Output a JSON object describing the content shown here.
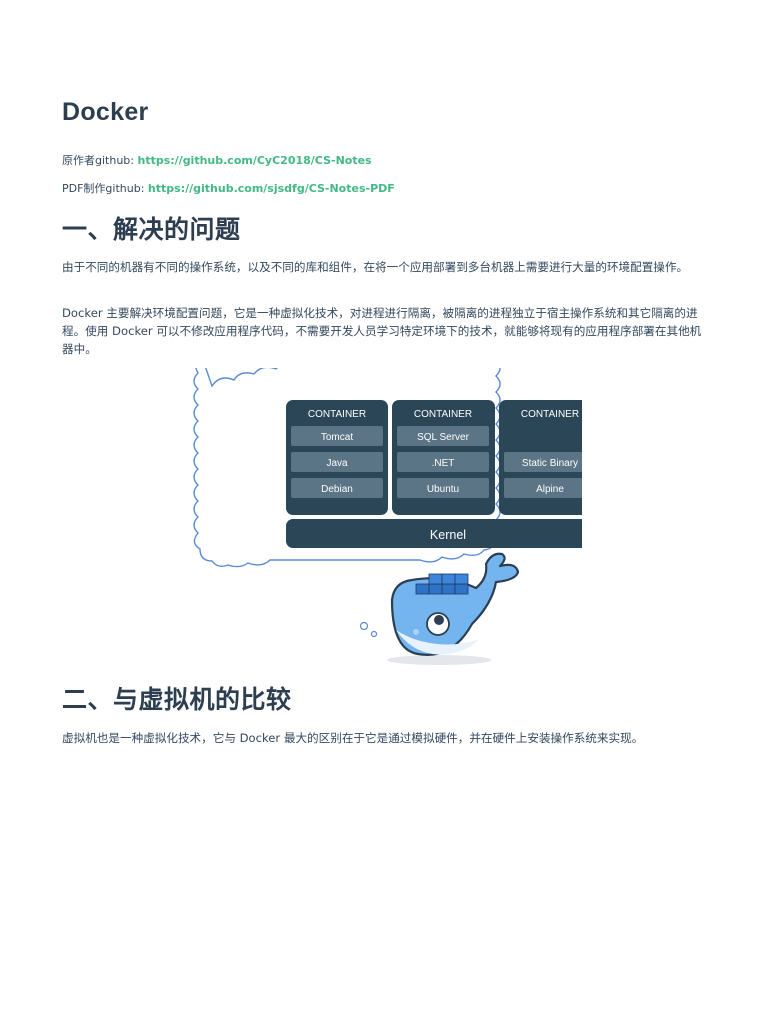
{
  "title": "Docker",
  "sources": [
    {
      "label": "原作者github: ",
      "url": "https://github.com/CyC2018/CS-Notes"
    },
    {
      "label": "PDF制作github: ",
      "url": "https://github.com/sjsdfg/CS-Notes-PDF"
    }
  ],
  "section1": {
    "heading": "一、解决的问题",
    "paragraphs": [
      "由于不同的机器有不同的操作系统，以及不同的库和组件，在将一个应用部署到多台机器上需要进行大量的环境配置操作。",
      "Docker 主要解决环境配置问题，它是一种虚拟化技术，对进程进行隔离，被隔离的进程独立于宿主操作系统和其它隔离的进程。使用 Docker 可以不修改应用程序代码，不需要开发人员学习特定环境下的技术，就能够将现有的应用程序部署在其他机器中。"
    ]
  },
  "diagram": {
    "containers": [
      {
        "label": "CONTAINER",
        "items": [
          "Tomcat",
          "Java",
          "Debian"
        ]
      },
      {
        "label": "CONTAINER",
        "items": [
          "SQL Server",
          ".NET",
          "Ubuntu"
        ]
      },
      {
        "label": "CONTAINER",
        "items": [
          "Static Binary",
          "Alpine"
        ]
      }
    ],
    "kernel": "Kernel",
    "colors": {
      "box": "#2a4657",
      "item": "#5b7486",
      "text": "#ffffff",
      "cloud_stroke": "#5a8bd6",
      "whale": "#74b4ef"
    }
  },
  "section2": {
    "heading": "二、与虚拟机的比较",
    "paragraphs": [
      "虚拟机也是一种虚拟化技术，它与 Docker 最大的区别在于它是通过模拟硬件，并在硬件上安装操作系统来实现。"
    ]
  }
}
